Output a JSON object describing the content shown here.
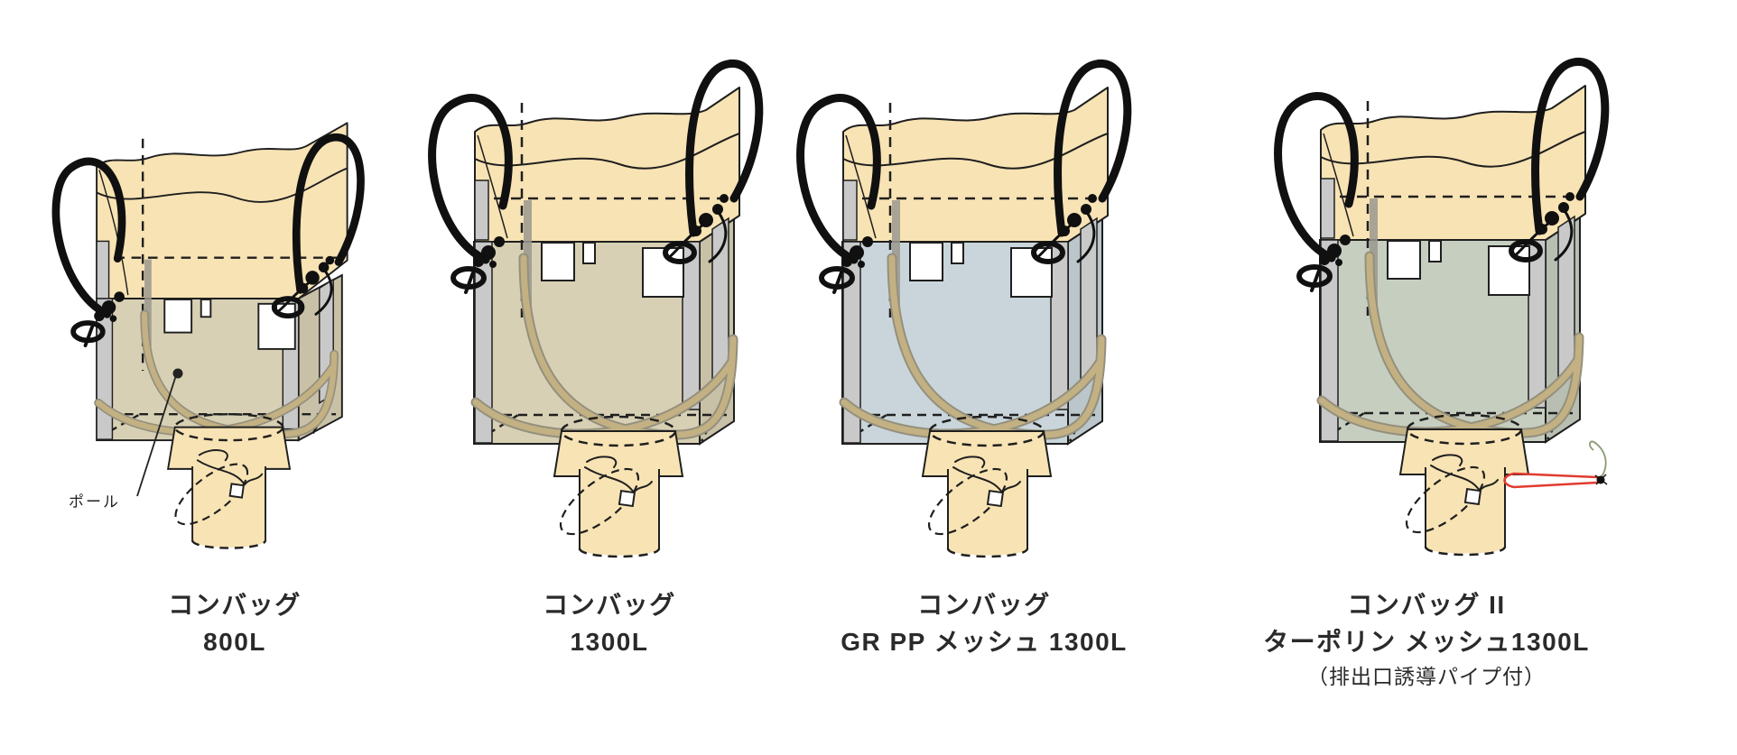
{
  "products": [
    {
      "line1": "コンバッグ",
      "line2": "800L"
    },
    {
      "line1": "コンバッグ",
      "line2": "1300L"
    },
    {
      "line1": "コンバッグ",
      "line2": "GR PP メッシュ 1300L"
    },
    {
      "line1": "コンバッグ II",
      "line2": "ターポリン メッシュ1300L",
      "line3": "（排出口誘導パイプ付）"
    }
  ],
  "callout": {
    "label": "ポール"
  },
  "colors": {
    "fabric": "#f8e3b4",
    "body_tan": "#d8d0b4",
    "body_mesh_blue": "#c9d5da",
    "body_mesh_green": "#c6cec0",
    "post": "#c9c9c9",
    "pole": "#c3b183",
    "pole_dark": "#94907e",
    "outline": "#1f1f1f",
    "handle": "#101010",
    "pipe_red": "#e23b30",
    "cord_green": "#8a9a6f",
    "text": "#2a2a2a"
  }
}
